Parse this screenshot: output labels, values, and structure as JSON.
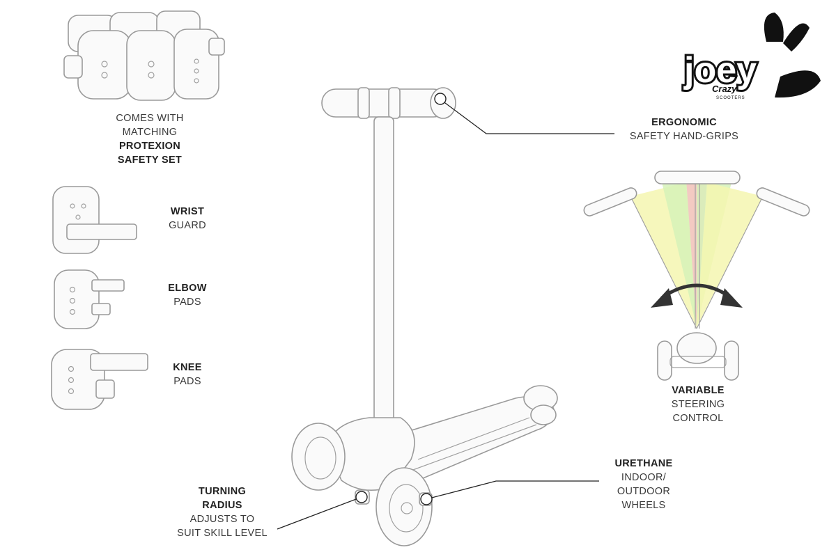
{
  "brand": {
    "logo_text": "joey",
    "logo_subtext": "Crazy",
    "logo_tagline": "SCOOTERS",
    "color": "#111111"
  },
  "labels": {
    "safety_set": {
      "line1": "COMES WITH",
      "line2": "MATCHING",
      "line3": "PROTEXION",
      "line4": "SAFETY SET"
    },
    "wrist": {
      "bold": "WRIST",
      "normal": "GUARD"
    },
    "elbow": {
      "bold": "ELBOW",
      "normal": "PADS"
    },
    "knee": {
      "bold": "KNEE",
      "normal": "PADS"
    },
    "grips": {
      "bold": "ERGONOMIC",
      "normal": "SAFETY HAND-GRIPS"
    },
    "steering": {
      "bold": "VARIABLE",
      "line2": "STEERING",
      "line3": "CONTROL"
    },
    "wheels": {
      "bold": "URETHANE",
      "line2": "INDOOR/",
      "line3": "OUTDOOR",
      "line4": "WHEELS"
    },
    "turning": {
      "bold1": "TURNING",
      "bold2": "RADIUS",
      "line3": "ADJUSTS TO",
      "line4": "SUIT SKILL LEVEL"
    }
  },
  "icons": {
    "pads_set": "protective-pads-set-icon",
    "wrist": "wrist-guard-icon",
    "elbow": "elbow-pad-icon",
    "knee": "knee-pad-icon",
    "scooter": "kick-scooter-icon",
    "steering": "steering-diagram-icon",
    "arrow": "curved-double-arrow-icon"
  },
  "colors": {
    "steer_green": "#d6f2b8",
    "steer_yellow": "#f4f6b0",
    "steer_red": "#f7c2c2",
    "line": "#222222"
  }
}
